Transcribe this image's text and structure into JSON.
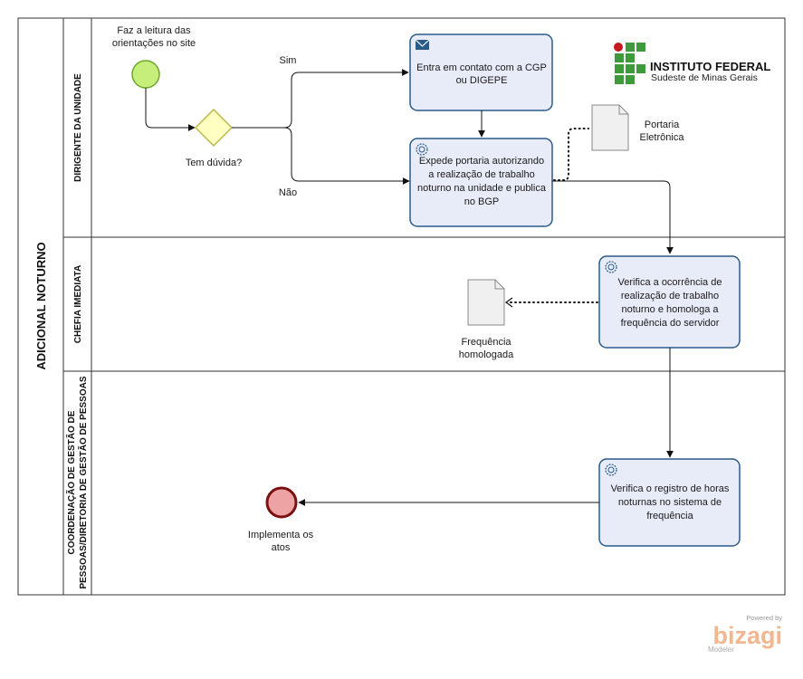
{
  "pool": {
    "title": "ADICIONAL NOTURNO"
  },
  "lanes": [
    {
      "id": "lane1",
      "label": "DIRIGENTE DA UNIDADE"
    },
    {
      "id": "lane2",
      "label": "CHEFIA IMEDIATA"
    },
    {
      "id": "lane3",
      "label_line1": "COORDENAÇÃO DE GESTÃO DE",
      "label_line2": "PESSOAS/DIRETORIA DE GESTÃO DE PESSOAS"
    }
  ],
  "start_event": {
    "label_line1": "Faz a leitura das",
    "label_line2": "orientações no site"
  },
  "gateway": {
    "label": "Tem dúvida?",
    "yes": "Sim",
    "no": "Não"
  },
  "tasks": {
    "contact": {
      "line1": "Entra em contato com a CGP",
      "line2": "ou DIGEPE"
    },
    "ordinance": {
      "line1": "Expede portaria autorizando",
      "line2": "a realização de trabalho",
      "line3": "noturno na unidade e publica",
      "line4": "no BGP"
    },
    "verify": {
      "line1": "Verifica a ocorrência de",
      "line2": "realização de trabalho",
      "line3": "noturno e homologa a",
      "line4": "frequência do servidor"
    },
    "register": {
      "line1": "Verifica o registro de horas",
      "line2": "noturnas no sistema de",
      "line3": "frequência"
    }
  },
  "artifacts": {
    "portaria": {
      "line1": "Portaria",
      "line2": "Eletrônica"
    },
    "frequencia": {
      "line1": "Frequência",
      "line2": "homologada"
    }
  },
  "end_event": {
    "line1": "Implementa os",
    "line2": "atos"
  },
  "logo": {
    "title": "INSTITUTO FEDERAL",
    "subtitle": "Sudeste de Minas Gerais"
  },
  "watermark": {
    "powered": "Powered by",
    "brand": "bizagi",
    "product": "Modeler"
  },
  "colors": {
    "task_fill": "#e8ecf9",
    "task_stroke": "#2a5a88",
    "start_fill": "#c6ee7a",
    "start_stroke": "#6ea62a",
    "end_fill": "#eda3a3",
    "end_stroke": "#7a1010",
    "gateway_fill": "#ffffc2",
    "gateway_stroke": "#b9b94a",
    "logo_green": "#3e9a3a",
    "logo_red": "#c8191f"
  }
}
